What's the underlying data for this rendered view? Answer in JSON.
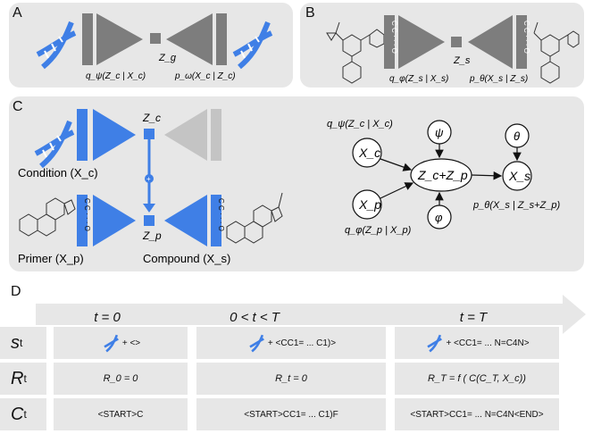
{
  "panels": {
    "a": {
      "label": "A",
      "q_label": "q_ψ(Z_c | X_c)",
      "z_label": "Z_g",
      "p_label": "p_ω(X_c | Z_c)"
    },
    "b": {
      "label": "B",
      "q_label": "q_φ(Z_s | X_s)",
      "z_label": "Z_s",
      "p_label": "p_θ(X_s | Z_s)",
      "seq": "C C · · · O"
    },
    "c": {
      "label": "C",
      "zc": "Z_c",
      "zp": "Z_p",
      "plus": "+",
      "condition": "Condition (X_c)",
      "primer": "Primer (X_p)",
      "compound": "Compound (X_s)",
      "graph": {
        "xc": "X_c",
        "xp": "X_p",
        "xs": "X_s",
        "zsum": "Z_c+Z_p",
        "psi": "ψ",
        "phi": "φ",
        "theta": "θ",
        "q_psi": "q_ψ(Z_c | X_c)",
        "q_phi": "q_φ(Z_p | X_p)",
        "p_theta": "p_θ(X_s | Z_s+Z_p)"
      }
    },
    "d": {
      "label": "D",
      "times": [
        "t = 0",
        "0 < t < T",
        "t = T"
      ],
      "rows": [
        {
          "head": "s",
          "sub": "t",
          "cells": [
            "+ <>",
            "+ <CC1= ... C1)>",
            "+ <CC1= ... N=C4N>"
          ]
        },
        {
          "head": "R",
          "sub": "t",
          "cells": [
            "R_0 = 0",
            "R_t = 0",
            "R_T = f ( C(C_T, X_c))"
          ]
        },
        {
          "head": "C",
          "sub": "t",
          "cells": [
            "<START>C",
            "<START>CC1= ... C1)F",
            "<START>CC1= ... N=C4N<END>"
          ]
        }
      ]
    }
  },
  "colors": {
    "blue": "#3f7fe6",
    "gray": "#7d7d7d",
    "lightgray": "#c4c4c4",
    "panel": "#e7e7e7"
  }
}
